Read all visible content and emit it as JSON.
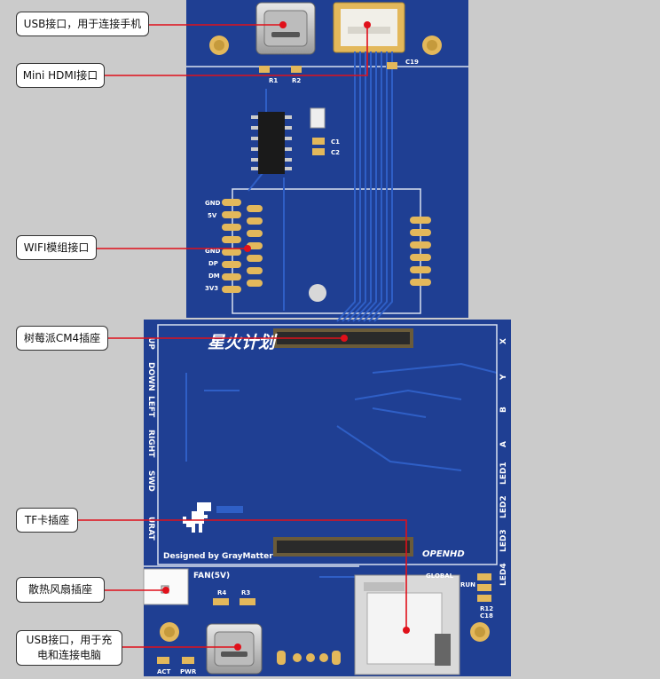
{
  "callouts": [
    {
      "text": "USB接口，用于连接手机"
    },
    {
      "text": "Mini HDMI接口"
    },
    {
      "text": "WIFI模组接口"
    },
    {
      "text": "树莓派CM4插座"
    },
    {
      "text": "TF卡插座"
    },
    {
      "text": "散热风扇插座"
    },
    {
      "text": "USB接口，用于充电和连接电脑"
    }
  ],
  "board_labels": {
    "r1": "R1",
    "r2": "R2",
    "c19": "C19",
    "c1": "C1",
    "c2": "C2",
    "gnd": "GND",
    "v5": "5V",
    "gnd2": "GND",
    "dp": "DP",
    "dm": "DM",
    "v33": "3V3",
    "logo": "星火计划",
    "buttons": [
      "UP",
      "DOWN",
      "LEFT",
      "RIGHT",
      "SWD",
      "URAT"
    ],
    "right_labels": [
      "X",
      "Y",
      "B",
      "A",
      "LED1",
      "LED2",
      "LED3",
      "LED4"
    ],
    "designed_by": "Designed by GrayMatter",
    "openhd": "OPENHD",
    "fan": "FAN(5V)",
    "r4": "R4",
    "r3": "R3",
    "global": "GLOBAL",
    "run": "RUN",
    "r12": "R12",
    "c18": "C18",
    "act": "ACT",
    "pwr": "PWR"
  },
  "colors": {
    "board": "#1f3f93",
    "callout_line": "#e0101a",
    "gold": "#e3b85b",
    "page_bg": "#cbcbcb"
  }
}
